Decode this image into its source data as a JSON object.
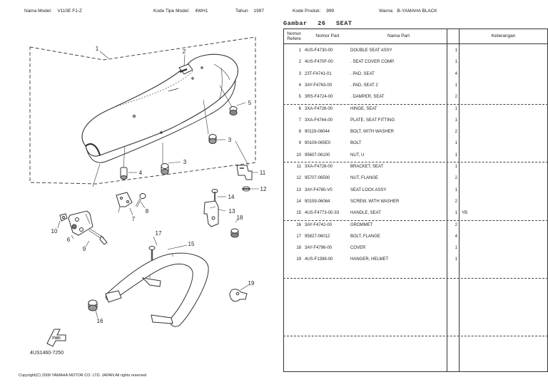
{
  "header": {
    "model_label": "Nama Model:",
    "model_value": "V110E F1-Z",
    "type_label": "Kode Tipe Model:",
    "type_value": "4WH1",
    "year_label": "Tahun",
    "year_value": "1997",
    "product_label": "Kode Produk:",
    "product_value": "999",
    "color_label": "Warna:",
    "color_value": "B-YAMAHA BLACK"
  },
  "figure": {
    "gambar_label": "Gambar",
    "number": "26",
    "title": "SEAT",
    "code": "4US1460-7250",
    "fwd_label": "FWD",
    "callouts": [
      "1",
      "2",
      "3",
      "3",
      "4",
      "5",
      "6",
      "7",
      "8",
      "9",
      "10",
      "11",
      "12",
      "13",
      "14",
      "15",
      "16",
      "17",
      "18",
      "19"
    ]
  },
  "table": {
    "headers": {
      "ref": "Nomor Refere",
      "part_no": "Nomor Part",
      "part_name": "Nama Part",
      "remarks": "Keterangan"
    },
    "rows": [
      {
        "ref": "1",
        "part_no": "4US-F4730-00",
        "name": "DOUBLE SEAT ASSY",
        "qty": "1",
        "remarks": ""
      },
      {
        "ref": "2",
        "part_no": "4US-F470F-00",
        "name": ". SEAT COVER COMP.",
        "qty": "1",
        "remarks": ""
      },
      {
        "ref": "3",
        "part_no": "23T-F4741-01",
        "name": ". PAD, SEAT",
        "qty": "4",
        "remarks": ""
      },
      {
        "ref": "4",
        "part_no": "3AY-F4763-00",
        "name": ". PAD, SEAT 2",
        "qty": "1",
        "remarks": ""
      },
      {
        "ref": "5",
        "part_no": "3RS-F4724-00",
        "name": ". DAMPER, SEAT",
        "qty": "2",
        "remarks": ""
      },
      {
        "ref": "6",
        "part_no": "3XA-F4726-00",
        "name": "HINGE, SEAT",
        "qty": "1",
        "remarks": ""
      },
      {
        "ref": "7",
        "part_no": "3XA-F4744-00",
        "name": "PLATE, SEAT FITTING",
        "qty": "1",
        "remarks": ""
      },
      {
        "ref": "8",
        "part_no": "90119-06044",
        "name": "BOLT, WITH WASHER",
        "qty": "2",
        "remarks": ""
      },
      {
        "ref": "9",
        "part_no": "90109-065E0",
        "name": "BOLT",
        "qty": "1",
        "remarks": ""
      },
      {
        "ref": "10",
        "part_no": "95607-06100",
        "name": "NUT, U",
        "qty": "1",
        "remarks": ""
      },
      {
        "ref": "11",
        "part_no": "3XA-F4728-00",
        "name": "BRACKET, SEAT",
        "qty": "1",
        "remarks": ""
      },
      {
        "ref": "12",
        "part_no": "95707-06500",
        "name": "NUT, FLANGE",
        "qty": "2",
        "remarks": ""
      },
      {
        "ref": "13",
        "part_no": "3AY-F4780-V0",
        "name": "SEAT LOCK ASSY",
        "qty": "1",
        "remarks": ""
      },
      {
        "ref": "14",
        "part_no": "90159-06064",
        "name": "SCREW, WITH WASHER",
        "qty": "2",
        "remarks": ""
      },
      {
        "ref": "15",
        "part_no": "4US-F4773-00-33",
        "name": "HANDLE, SEAT",
        "qty": "1",
        "remarks": "YB"
      },
      {
        "ref": "16",
        "part_no": "3AY-F4742-00",
        "name": "GROMMET",
        "qty": "2",
        "remarks": ""
      },
      {
        "ref": "17",
        "part_no": "95827-06012",
        "name": "BOLT, FLANGE",
        "qty": "4",
        "remarks": ""
      },
      {
        "ref": "18",
        "part_no": "3AY-F4796-00",
        "name": "COVER",
        "qty": "1",
        "remarks": ""
      },
      {
        "ref": "19",
        "part_no": "4US-F1398-00",
        "name": "HANGER, HELMET",
        "qty": "1",
        "remarks": ""
      }
    ]
  },
  "footer": {
    "copyright": "Copyright(C) 2009 YAMAHA MOTOR CO. LTD. JAPAN All rights reserved"
  }
}
